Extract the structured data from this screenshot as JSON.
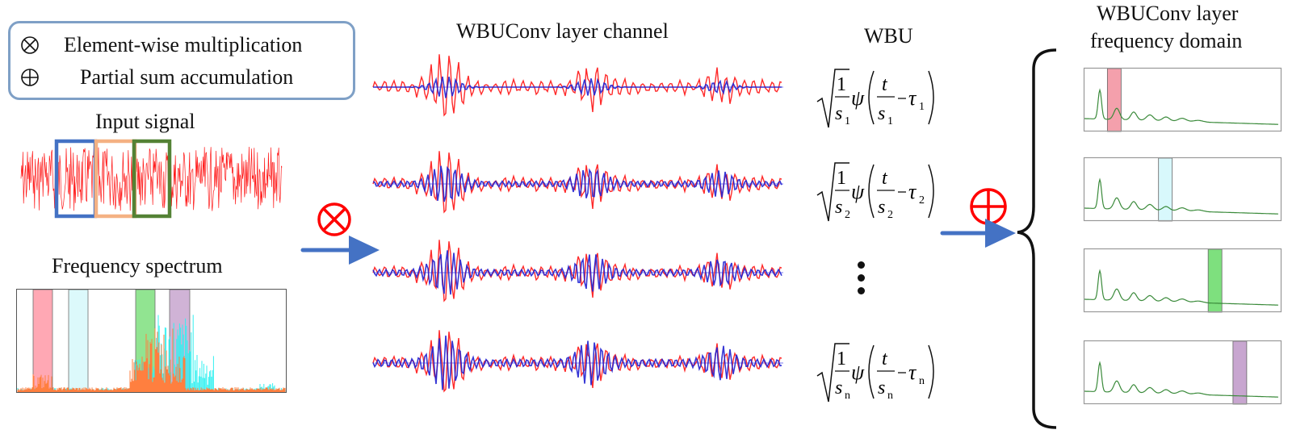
{
  "legend": {
    "items": [
      {
        "symbol": "otimes-icon",
        "label": "Element-wise multiplication"
      },
      {
        "symbol": "oplus-icon",
        "label": "Partial sum accumulation"
      }
    ]
  },
  "input_signal": {
    "title": "Input signal",
    "windows": [
      {
        "color": "#4472c4"
      },
      {
        "color": "#f4b183"
      },
      {
        "color": "#548235"
      }
    ],
    "signal_color": "#ff0000"
  },
  "frequency_spectrum": {
    "title": "Frequency spectrum",
    "bands": [
      {
        "color": "#ff9aa8"
      },
      {
        "color": "#d6f8fb"
      },
      {
        "color": "#7ee07e"
      },
      {
        "color": "#c8a6d0"
      }
    ],
    "series_colors": [
      "#ff7f3f",
      "#33f0f0",
      "#2e7d32"
    ]
  },
  "operators": {
    "multiply_symbol": "⊗",
    "sum_symbol": "⊕",
    "operator_color": "#ff0000",
    "arrow_color": "#4472c4"
  },
  "channel": {
    "title": "WBUConv layer channel",
    "red_color": "#ff2a2a",
    "blue_color": "#2020d0",
    "baseline_color": "#7a7af0"
  },
  "wbu": {
    "title": "WBU",
    "formulas": [
      {
        "numerator": "1",
        "scale": "s",
        "scale_sub": "1",
        "psi": "ψ",
        "t": "t",
        "tau": "τ",
        "tau_sub": "1"
      },
      {
        "numerator": "1",
        "scale": "s",
        "scale_sub": "2",
        "psi": "ψ",
        "t": "t",
        "tau": "τ",
        "tau_sub": "2"
      },
      {
        "numerator": "1",
        "scale": "s",
        "scale_sub": "n",
        "psi": "ψ",
        "t": "t",
        "tau": "τ",
        "tau_sub": "n"
      }
    ],
    "ellipsis": "⋮"
  },
  "freq_domain": {
    "title_line1": "WBUConv layer",
    "title_line2": "frequency domain",
    "panels": [
      {
        "band_color": "#f4a0ac",
        "band_pos": 0.06
      },
      {
        "band_color": "#d8f8fc",
        "band_pos": 0.19
      },
      {
        "band_color": "#7ee07e",
        "band_pos": 0.43
      },
      {
        "band_color": "#c8a6d0",
        "band_pos": 0.55
      }
    ],
    "curve_color": "#3a8a3a"
  }
}
